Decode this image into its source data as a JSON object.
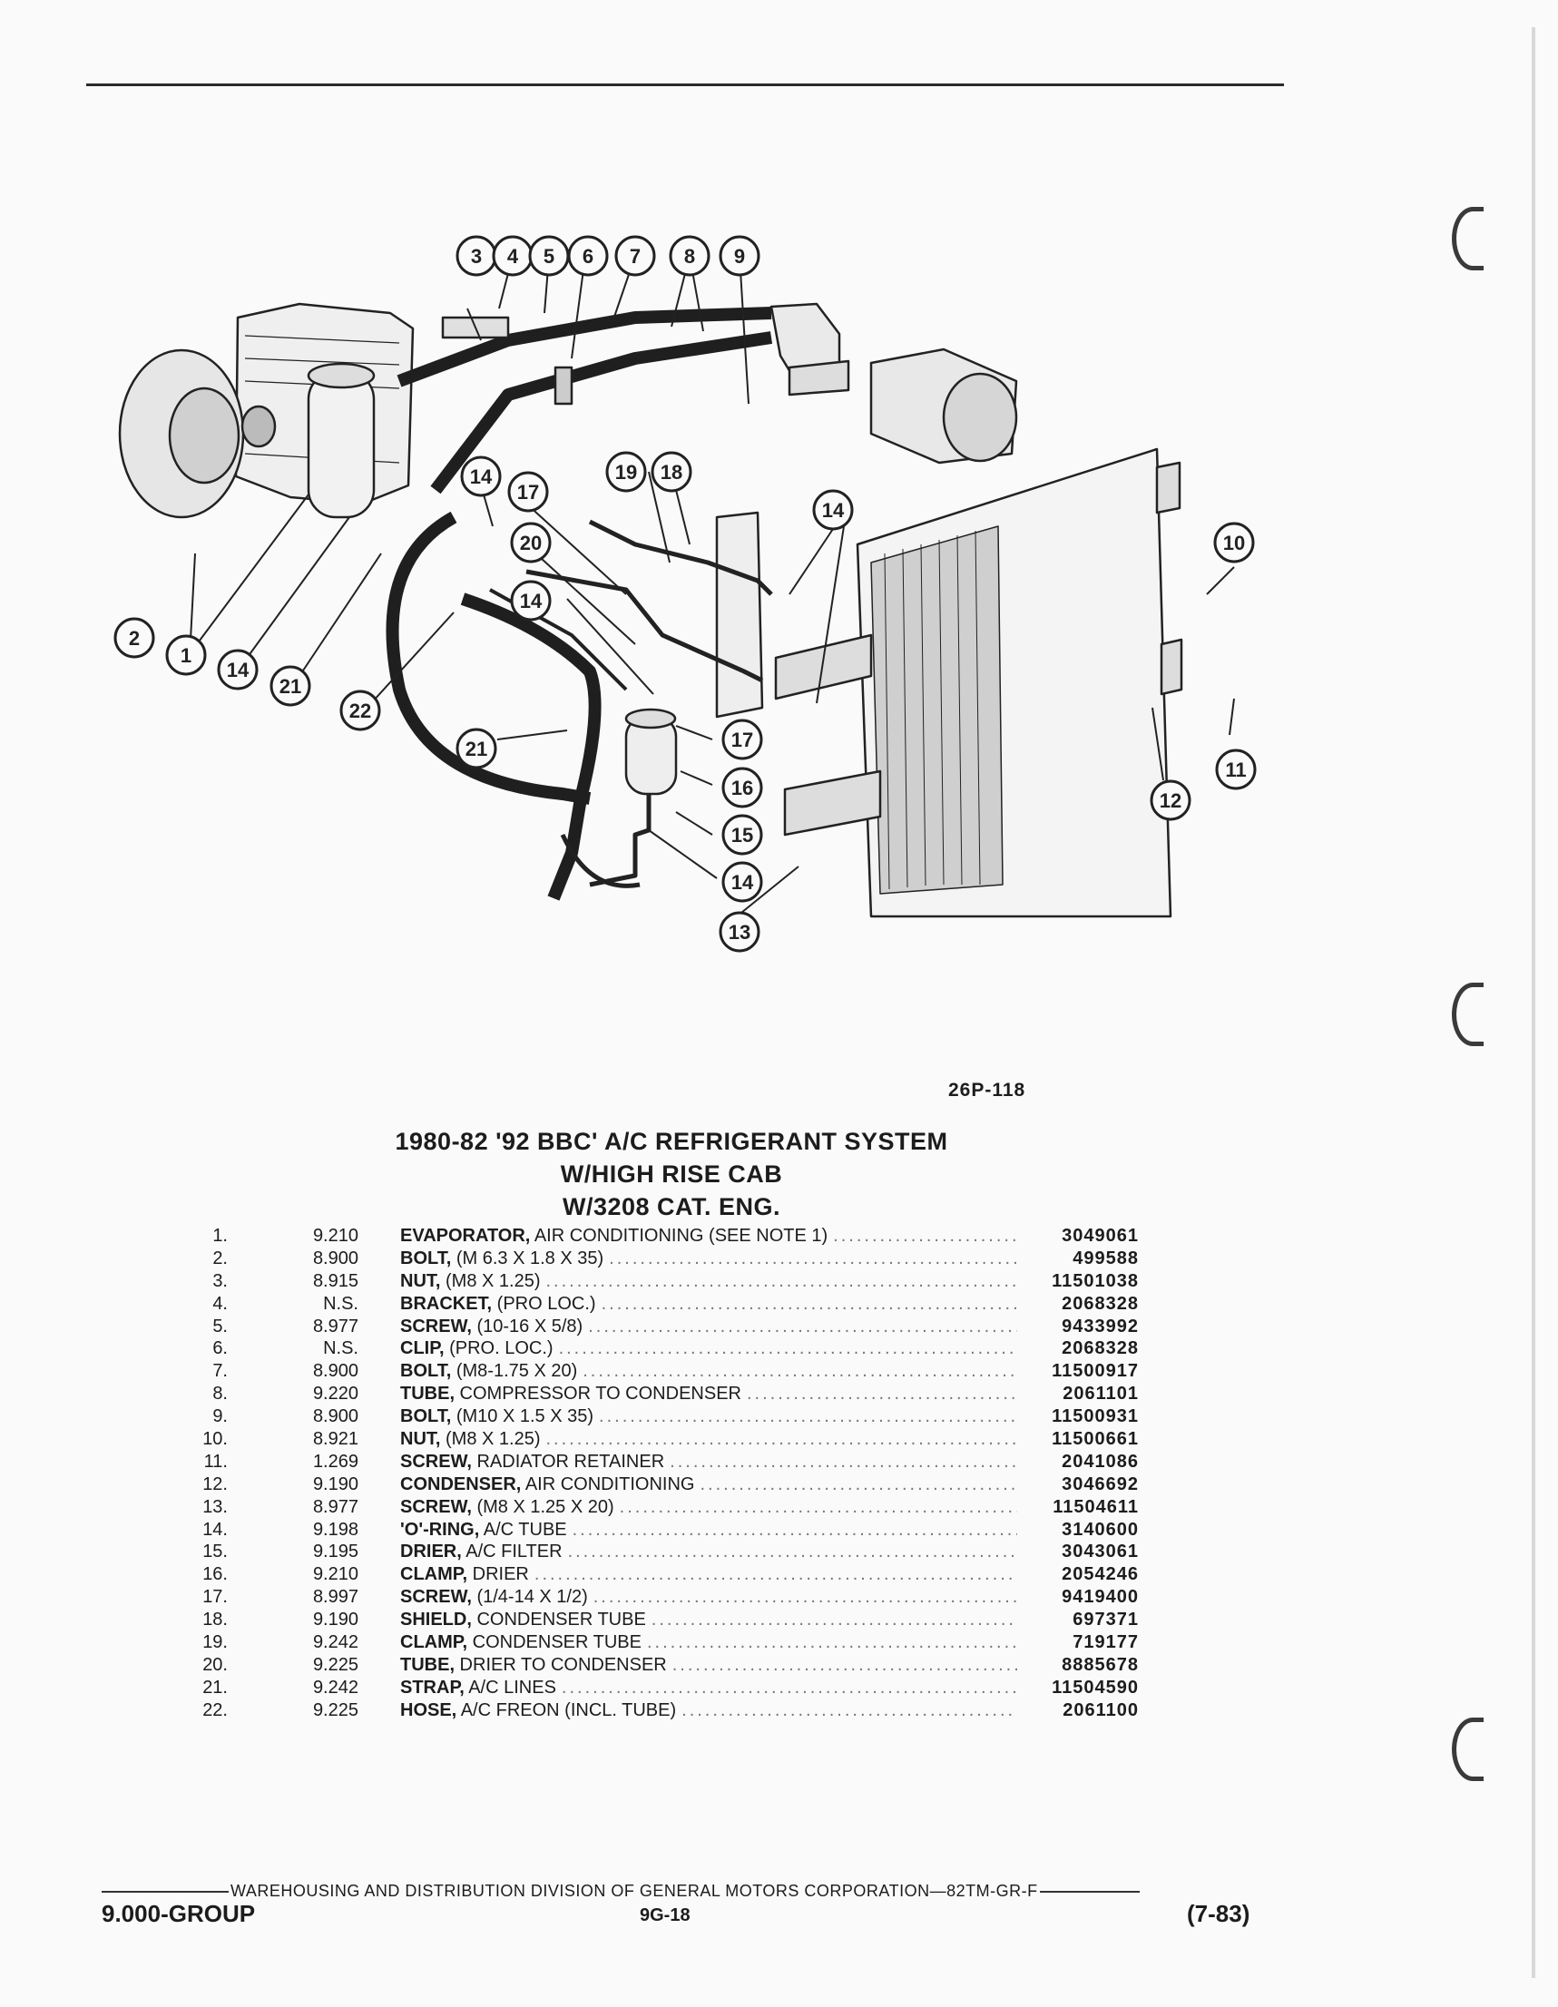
{
  "figure": {
    "code": "26P-118",
    "callouts": [
      "1",
      "2",
      "3",
      "4",
      "5",
      "6",
      "7",
      "8",
      "9",
      "10",
      "11",
      "12",
      "13",
      "14",
      "15",
      "16",
      "17",
      "18",
      "19",
      "20",
      "21",
      "22"
    ]
  },
  "title": {
    "line1": "1980-82 '92 BBC' A/C REFRIGERANT SYSTEM",
    "line2": "W/HIGH RISE CAB",
    "line3": "W/3208 CAT. ENG."
  },
  "parts": [
    {
      "num": "1.",
      "group": "9.210",
      "name": "EVAPORATOR,",
      "spec": "AIR CONDITIONING (SEE NOTE 1)",
      "part": "3049061"
    },
    {
      "num": "2.",
      "group": "8.900",
      "name": "BOLT,",
      "spec": "(M 6.3 X 1.8 X 35)",
      "part": "499588"
    },
    {
      "num": "3.",
      "group": "8.915",
      "name": "NUT,",
      "spec": "(M8 X 1.25)",
      "part": "11501038"
    },
    {
      "num": "4.",
      "group": "N.S.",
      "name": "BRACKET,",
      "spec": "(PRO LOC.)",
      "part": "2068328"
    },
    {
      "num": "5.",
      "group": "8.977",
      "name": "SCREW,",
      "spec": "(10-16 X 5/8)",
      "part": "9433992"
    },
    {
      "num": "6.",
      "group": "N.S.",
      "name": "CLIP,",
      "spec": "(PRO. LOC.)",
      "part": "2068328"
    },
    {
      "num": "7.",
      "group": "8.900",
      "name": "BOLT,",
      "spec": "(M8-1.75 X 20)",
      "part": "11500917"
    },
    {
      "num": "8.",
      "group": "9.220",
      "name": "TUBE,",
      "spec": "COMPRESSOR TO CONDENSER",
      "part": "2061101"
    },
    {
      "num": "9.",
      "group": "8.900",
      "name": "BOLT,",
      "spec": "(M10 X 1.5 X 35)",
      "part": "11500931"
    },
    {
      "num": "10.",
      "group": "8.921",
      "name": "NUT,",
      "spec": "(M8 X 1.25)",
      "part": "11500661"
    },
    {
      "num": "11.",
      "group": "1.269",
      "name": "SCREW,",
      "spec": "RADIATOR RETAINER",
      "part": "2041086"
    },
    {
      "num": "12.",
      "group": "9.190",
      "name": "CONDENSER,",
      "spec": "AIR CONDITIONING",
      "part": "3046692"
    },
    {
      "num": "13.",
      "group": "8.977",
      "name": "SCREW,",
      "spec": "(M8 X 1.25 X 20)",
      "part": "11504611"
    },
    {
      "num": "14.",
      "group": "9.198",
      "name": "'O'-RING,",
      "spec": "A/C TUBE",
      "part": "3140600"
    },
    {
      "num": "15.",
      "group": "9.195",
      "name": "DRIER,",
      "spec": "A/C FILTER",
      "part": "3043061"
    },
    {
      "num": "16.",
      "group": "9.210",
      "name": "CLAMP,",
      "spec": "DRIER",
      "part": "2054246"
    },
    {
      "num": "17.",
      "group": "8.997",
      "name": "SCREW,",
      "spec": "(1/4-14 X 1/2)",
      "part": "9419400"
    },
    {
      "num": "18.",
      "group": "9.190",
      "name": "SHIELD,",
      "spec": "CONDENSER TUBE",
      "part": "697371"
    },
    {
      "num": "19.",
      "group": "9.242",
      "name": "CLAMP,",
      "spec": "CONDENSER TUBE",
      "part": "719177"
    },
    {
      "num": "20.",
      "group": "9.225",
      "name": "TUBE,",
      "spec": "DRIER TO CONDENSER",
      "part": "8885678"
    },
    {
      "num": "21.",
      "group": "9.242",
      "name": "STRAP,",
      "spec": "A/C LINES",
      "part": "11504590"
    },
    {
      "num": "22.",
      "group": "9.225",
      "name": "HOSE,",
      "spec": "A/C FREON (INCL. TUBE)",
      "part": "2061100"
    }
  ],
  "footer": {
    "publisher": "WAREHOUSING AND DISTRIBUTION DIVISION OF GENERAL MOTORS CORPORATION—82TM-GR-F",
    "group": "9.000-GROUP",
    "page": "9G-18",
    "date": "(7-83)"
  }
}
